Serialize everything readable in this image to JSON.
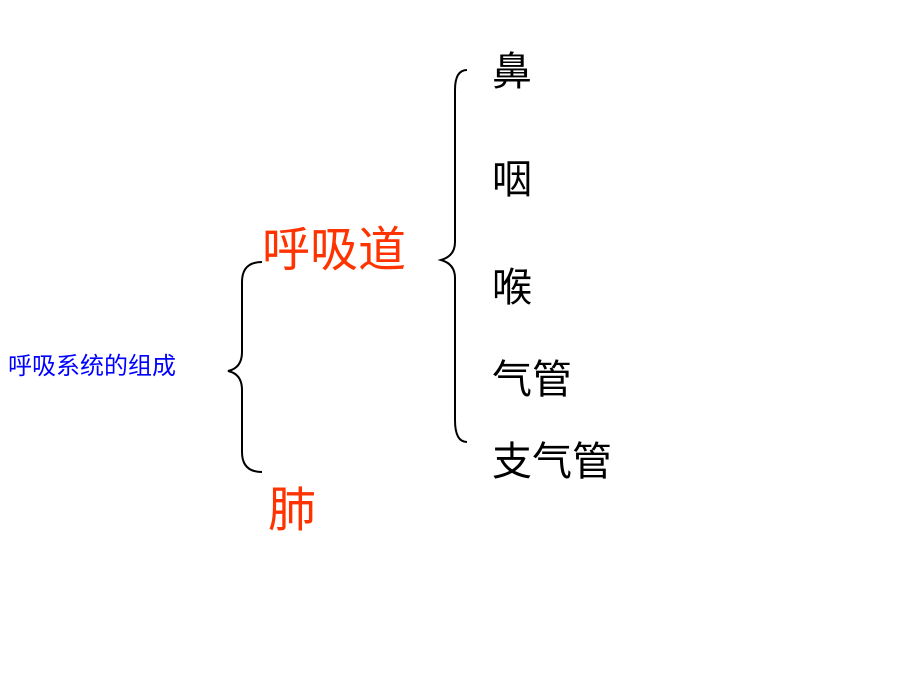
{
  "diagram": {
    "root": {
      "label": "呼吸系统的组成",
      "color": "#0000ff"
    },
    "branches": [
      {
        "label": "呼吸道",
        "color": "#ff3300",
        "children": [
          "鼻",
          "咽",
          "喉",
          "气管",
          "支气管"
        ]
      },
      {
        "label": "肺",
        "color": "#ff3300",
        "children": []
      }
    ]
  }
}
